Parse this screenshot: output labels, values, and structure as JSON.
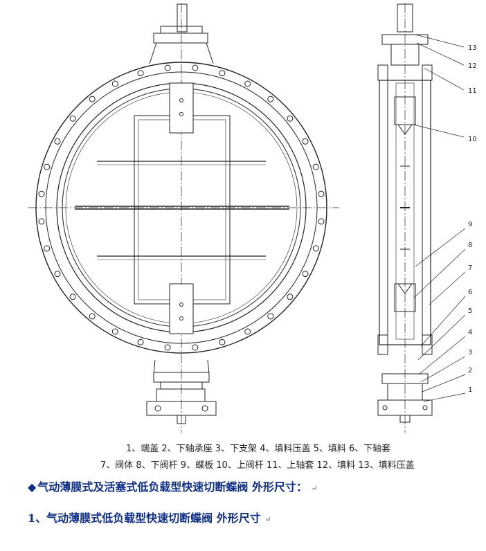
{
  "part_numbers": [
    "13",
    "12",
    "11",
    "10",
    "9",
    "8",
    "7",
    "6",
    "5",
    "4",
    "3",
    "2",
    "1"
  ],
  "legend": {
    "line1": "1、端盖 2、下轴承座 3、下支架 4、填料压盖 5、填料 6、下轴套",
    "line2": "7、阀体 8、下阀杆 9、蝶板 10、上阀杆 11、上轴套 12、填料 13、填料压盖"
  },
  "heading1": {
    "bullet": "◆",
    "text": "气动薄膜式及活塞式低负载型快速切断蝶阀 外形尺寸：",
    "mark": "↵"
  },
  "heading2": {
    "text": "1、气动薄膜式低负载型快速切断蝶阀 外形尺寸",
    "mark": "↵"
  },
  "colors": {
    "line": "#222222",
    "heading": "#0f2f88",
    "background": "#ffffff"
  }
}
